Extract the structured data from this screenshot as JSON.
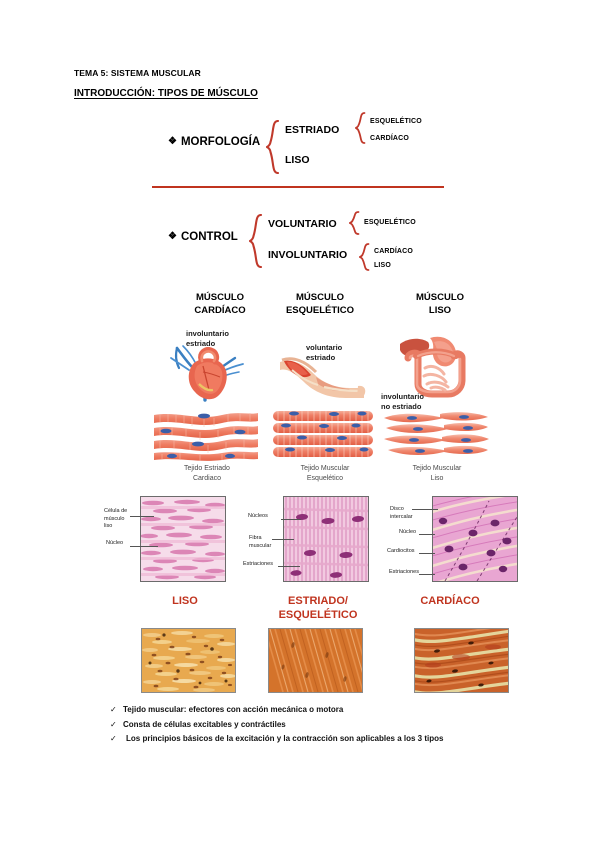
{
  "document": {
    "title": "TEMA 5: SISTEMA MUSCULAR",
    "subtitle": "INTRODUCCIÓN: TIPOS DE MÚSCULO"
  },
  "colors": {
    "brace": "#c0392b",
    "divider": "#c0341f",
    "orange_heading": "#c0341f",
    "text": "#000000"
  },
  "classification": {
    "morphology": {
      "label": "MORFOLOGÍA",
      "bullet": "❖",
      "branches": [
        {
          "label": "ESTRIADO",
          "sub": [
            "ESQUELÉTICO",
            "CARDÍACO"
          ]
        },
        {
          "label": "LISO",
          "sub": []
        }
      ]
    },
    "control": {
      "label": "CONTROL",
      "bullet": "❖",
      "branches": [
        {
          "label": "VOLUNTARIO",
          "sub": [
            "ESQUELÉTICO"
          ]
        },
        {
          "label": "INVOLUNTARIO",
          "sub": [
            "CARDÍACO",
            "LISO"
          ]
        }
      ]
    }
  },
  "columns": [
    {
      "heading_line1": "MÚSCULO",
      "heading_line2": "CARDÍACO",
      "note_line1": "involuntario",
      "note_line2": "estriado",
      "illustration": "heart-icon",
      "tissue_caption_line1": "Tejido Estriado",
      "tissue_caption_line2": "Cardiaco"
    },
    {
      "heading_line1": "MÚSCULO",
      "heading_line2": "ESQUELÉTICO",
      "note_line1": "voluntario",
      "note_line2": "estriado",
      "illustration": "arm-muscle-icon",
      "tissue_caption_line1": "Tejido Muscular",
      "tissue_caption_line2": "Esquelético"
    },
    {
      "heading_line1": "MÚSCULO",
      "heading_line2": "LISO",
      "note_line1": "involuntario",
      "note_line2": "no estriado",
      "illustration": "digestive-organs-icon",
      "tissue_caption_line1": "Tejido Muscular",
      "tissue_caption_line2": "Liso"
    }
  ],
  "histology": {
    "smooth": {
      "labels": [
        "Célula de",
        "músculo",
        "liso",
        "Núcleo"
      ],
      "label_a_line1": "Célula de",
      "label_a_line2": "músculo",
      "label_a_line3": "liso",
      "label_b": "Núcleo"
    },
    "skeletal": {
      "label_a": "Núcleos",
      "label_b_line1": "Fibra",
      "label_b_line2": "muscular",
      "label_c": "Estriaciones"
    },
    "cardiac": {
      "label_a_line1": "Disco",
      "label_a_line2": "intercalar",
      "label_b": "Núcleo",
      "label_c": "Cardiocitos",
      "label_d": "Estriaciones"
    }
  },
  "micrograph_headings": [
    {
      "line1": "LISO",
      "line2": ""
    },
    {
      "line1": "ESTRIADO/",
      "line2": "ESQUELÉTICO"
    },
    {
      "line1": "CARDÍACO",
      "line2": ""
    }
  ],
  "summary": {
    "check_glyph": "✓",
    "points": [
      "Tejido muscular: efectores con acción mecánica o motora",
      "Consta de células excitables y contráctiles",
      "Los principios básicos de la excitación y la contracción son aplicables a los 3 tipos"
    ]
  }
}
